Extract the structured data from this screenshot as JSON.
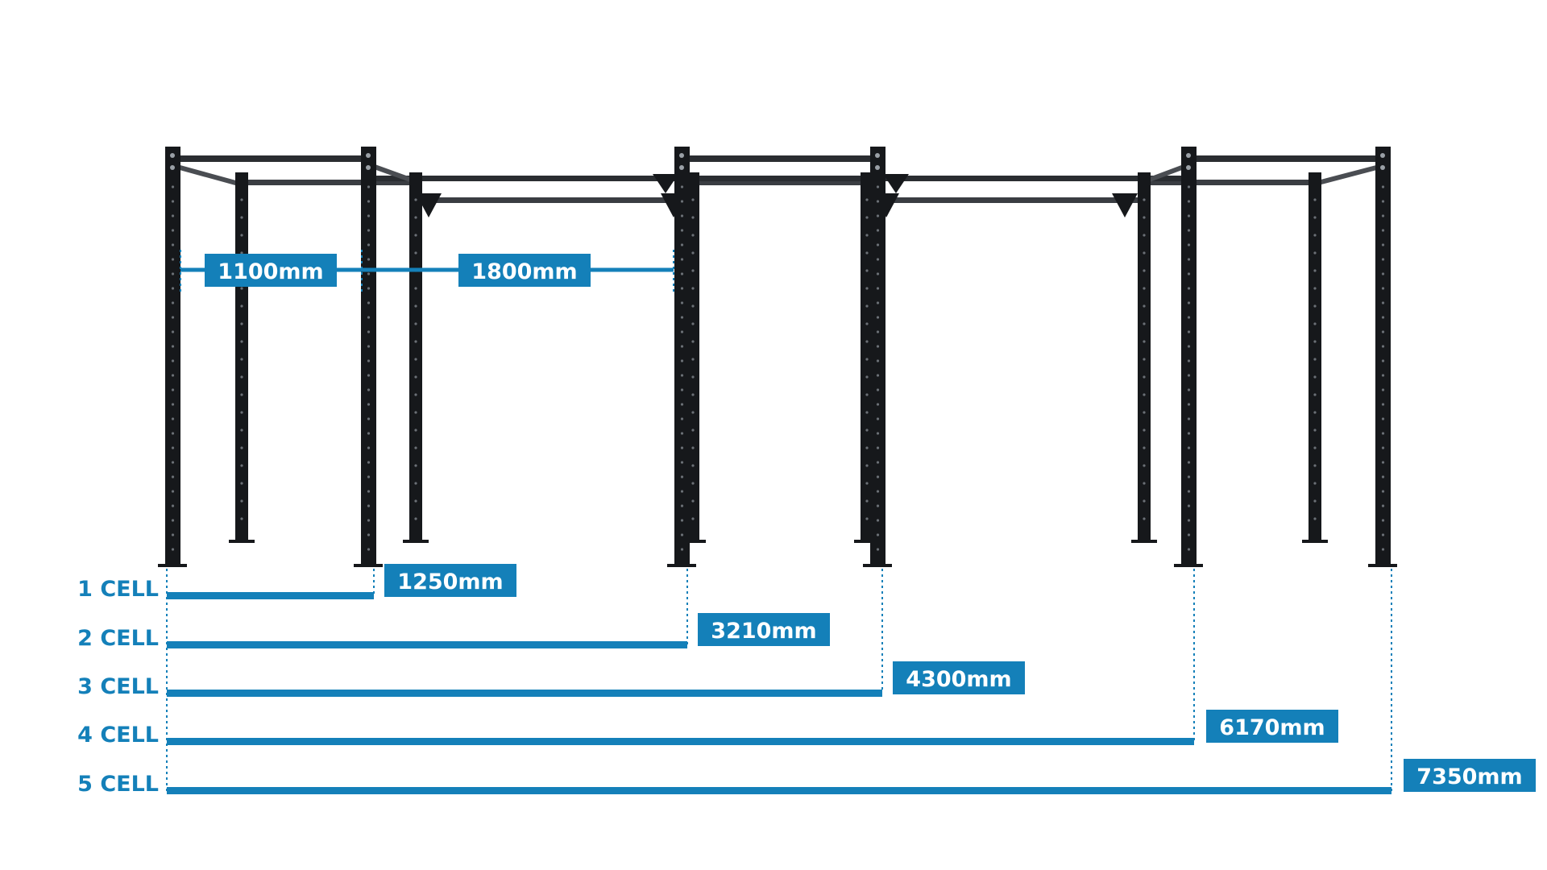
{
  "colors": {
    "accent": "#1480b9",
    "frame": "#16181b",
    "bar_front": "#2a2d31",
    "bar_back": "#3a3d42",
    "background": "#ffffff"
  },
  "top_dimensions": [
    {
      "label": "1100mm",
      "value_mm": 1100
    },
    {
      "label": "1800mm",
      "value_mm": 1800
    }
  ],
  "cell_rows": [
    {
      "cell_label": "1 CELL",
      "length_label": "1250mm",
      "length_mm": 1250
    },
    {
      "cell_label": "2 CELL",
      "length_label": "3210mm",
      "length_mm": 3210
    },
    {
      "cell_label": "3 CELL",
      "length_label": "4300mm",
      "length_mm": 4300
    },
    {
      "cell_label": "4 CELL",
      "length_label": "6170mm",
      "length_mm": 6170
    },
    {
      "cell_label": "5 CELL",
      "length_label": "7350mm",
      "length_mm": 7350
    }
  ]
}
